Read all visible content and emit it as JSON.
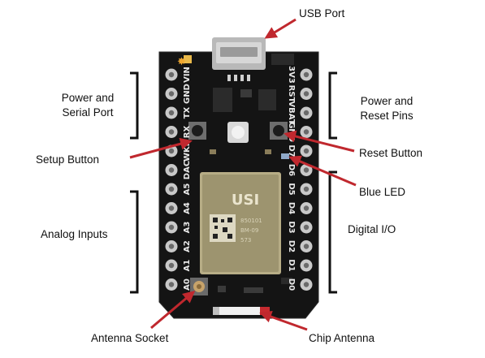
{
  "labels": {
    "usb_port": "USB Port",
    "power_serial_1": "Power and",
    "power_serial_2": "Serial Port",
    "setup_button": "Setup Button",
    "analog_inputs": "Analog Inputs",
    "antenna_socket": "Antenna Socket",
    "power_reset_1": "Power and",
    "power_reset_2": "Reset Pins",
    "reset_button": "Reset Button",
    "blue_led": "Blue LED",
    "digital_io": "Digital I/O",
    "chip_antenna": "Chip Antenna"
  },
  "left_pins": [
    "VIN",
    "GND",
    "TX",
    "RX",
    "WKP",
    "DAC",
    "A5",
    "A4",
    "A3",
    "A2",
    "A1",
    "A0"
  ],
  "right_pins": [
    "3V3",
    "RST",
    "VBAT",
    "GND",
    "D7",
    "D6",
    "D5",
    "D4",
    "D3",
    "D2",
    "D1",
    "D0"
  ],
  "module": {
    "brand": "USI",
    "line1": "850101",
    "line2": "BM-09",
    "line3": "573"
  },
  "colors": {
    "board": "#141414",
    "arrow": "#c0282e",
    "bracket": "#111111",
    "module": "#b7ad86"
  }
}
